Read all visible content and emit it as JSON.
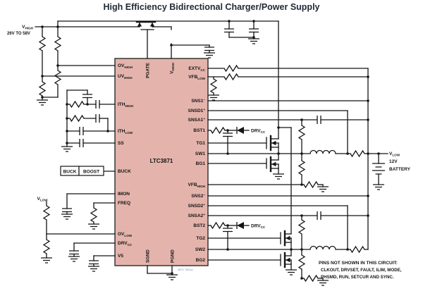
{
  "title": "High Efficiency Bidirectional Charger/Power Supply",
  "ic": {
    "name": "LTC3871",
    "ref": "3871 TA01a",
    "pins_left": [
      {
        "main": "OV",
        "sub": "HIGH"
      },
      {
        "main": "UV",
        "sub": "HIGH"
      },
      {
        "main": "ITH",
        "sub": "HIGH"
      },
      {
        "main": "ITH",
        "sub": "LOW"
      },
      {
        "main": "SS"
      },
      {
        "main": "BUCK"
      },
      {
        "main": "IMON"
      },
      {
        "main": "FREQ"
      },
      {
        "main": "OV",
        "sub": "LOW"
      },
      {
        "main": "DRV",
        "sub": "CC"
      },
      {
        "main": "V5"
      }
    ],
    "pins_right": [
      {
        "main": "EXTV",
        "sub": "CC"
      },
      {
        "main": "VFB",
        "sub": "LOW"
      },
      {
        "main": "SNS1",
        "sup": "−"
      },
      {
        "main": "SNSD1",
        "sup": "+"
      },
      {
        "main": "SNSA1",
        "sup": "+"
      },
      {
        "main": "BST1"
      },
      {
        "main": "TG1"
      },
      {
        "main": "SW1"
      },
      {
        "main": "BG1"
      },
      {
        "main": "VFB",
        "sub": "HIGH"
      },
      {
        "main": "SNS2",
        "sup": "−"
      },
      {
        "main": "SNSD2",
        "sup": "+"
      },
      {
        "main": "SNSA2",
        "sup": "+"
      },
      {
        "main": "BST2"
      },
      {
        "main": "TG2"
      },
      {
        "main": "SW2"
      },
      {
        "main": "BG2"
      }
    ],
    "pins_top": [
      {
        "main": "PGATE"
      },
      {
        "main": "V",
        "sub": "HIGH"
      }
    ],
    "pins_bottom": [
      {
        "main": "SGND"
      },
      {
        "main": "PGND"
      }
    ]
  },
  "labels": {
    "vhigh_in": {
      "main": "V",
      "sub": "HIGH"
    },
    "vhigh_range": "26V TO 58V",
    "vlow_left": {
      "main": "V",
      "sub": "LOW"
    },
    "buck": "BUCK",
    "boost": "BOOST",
    "drvcc": {
      "main": "DRV",
      "sub": "CC"
    },
    "vlow_out": {
      "main": "V",
      "sub": "LOW"
    },
    "vlow_out_line2": "12V",
    "vlow_out_line3": "BATTERY"
  },
  "note": {
    "line1": "PINS NOT SHOWN IN THIS CIRCUIT:",
    "line2": "CLKOUT, DRVSET, FAULT, ILIM, MODE,",
    "line3": "PHSMD, RUN, SETCUR AND SYNC."
  },
  "colors": {
    "ic_fill": "#e4b4ac",
    "ic_stroke": "#2a2a2a",
    "wire": "#141414",
    "title_text": "#222a38",
    "ref_text": "#7b8cb0"
  }
}
